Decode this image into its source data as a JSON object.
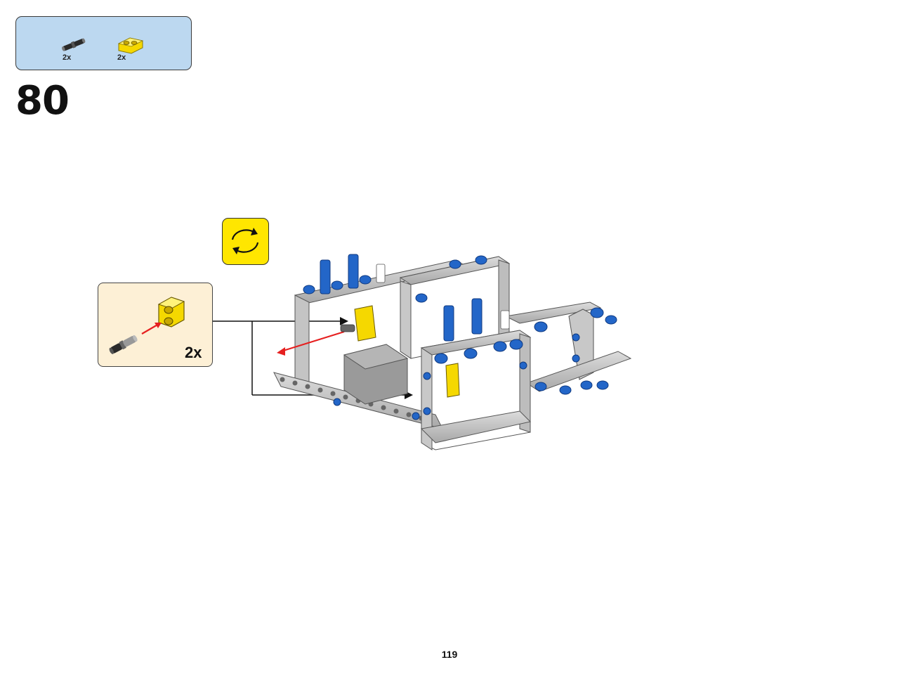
{
  "parts_list": {
    "items": [
      {
        "name": "friction-pin-connector",
        "qty": "2x",
        "color": "#333333"
      },
      {
        "name": "yellow-double-pin-block",
        "qty": "2x",
        "color": "#ffe600"
      }
    ]
  },
  "step": {
    "number": "80"
  },
  "rotate_indicator": {
    "icon": "rotate-model-icon",
    "color": "#ffe600"
  },
  "callout": {
    "qty": "2x"
  },
  "page": {
    "number": "119"
  },
  "colors": {
    "parts_box_bg": "#bcd8f0",
    "callout_bg": "#fdf0d6",
    "beam_gray": "#c8c8c8",
    "pin_blue": "#1f5fc8",
    "arrow_red": "#e62020"
  }
}
